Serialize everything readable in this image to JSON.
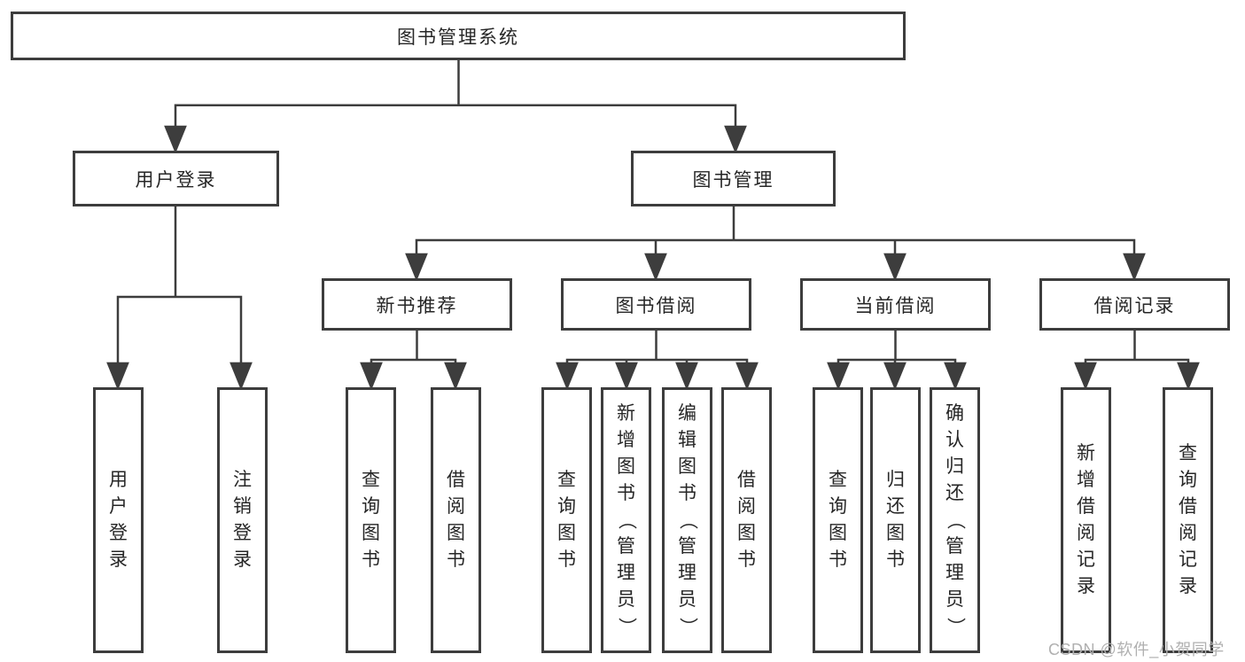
{
  "diagram": {
    "root": {
      "label": "图书管理系统"
    },
    "level1": [
      {
        "label": "用户登录"
      },
      {
        "label": "图书管理"
      }
    ],
    "level2": [
      {
        "label": "新书推荐"
      },
      {
        "label": "图书借阅"
      },
      {
        "label": "当前借阅"
      },
      {
        "label": "借阅记录"
      }
    ],
    "leaves": [
      {
        "label": "用户登录"
      },
      {
        "label": "注销登录"
      },
      {
        "label": "查询图书"
      },
      {
        "label": "借阅图书"
      },
      {
        "label": "查询图书"
      },
      {
        "label": "新增图书（管理员）"
      },
      {
        "label": "编辑图书（管理员）"
      },
      {
        "label": "借阅图书"
      },
      {
        "label": "查询图书"
      },
      {
        "label": "归还图书"
      },
      {
        "label": "确认归还（管理员）"
      },
      {
        "label": "新增借阅记录"
      },
      {
        "label": "查询借阅记录"
      }
    ],
    "watermark": "CSDN @软件_小贺同学",
    "colors": {
      "line": "#3d3d3d",
      "text": "#262626",
      "watermark": "#b0b0b0",
      "box_bg": "#ffffff"
    }
  }
}
